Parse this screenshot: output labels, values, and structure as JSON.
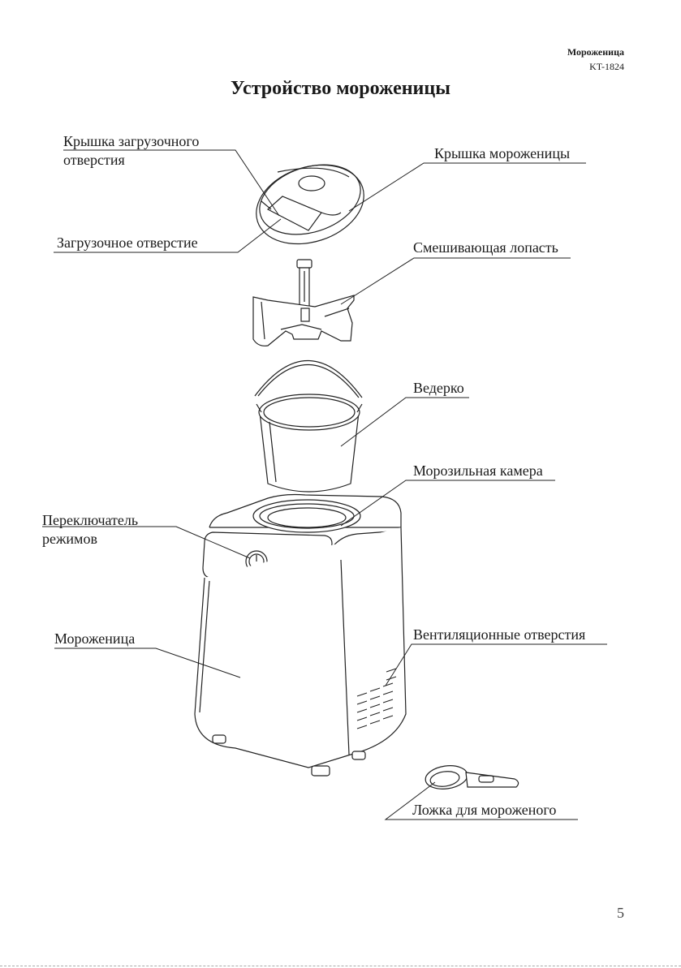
{
  "header": {
    "product": "Мороженица",
    "model": "KT-1824"
  },
  "title": "Устройство мороженицы",
  "labels": {
    "load_lid_line1": "Крышка загрузочного",
    "load_lid_line2": "отверстия",
    "maker_lid": "Крышка мороженицы",
    "load_opening": "Загрузочное отверстие",
    "paddle": "Смешивающая лопасть",
    "bucket": "Ведерко",
    "freezer": "Морозильная камера",
    "switch_line1": "Переключатель",
    "switch_line2": "режимов",
    "maker": "Мороженица",
    "vents": "Вентиляционные отверстия",
    "spoon": "Ложка для мороженого"
  },
  "page_number": "5"
}
